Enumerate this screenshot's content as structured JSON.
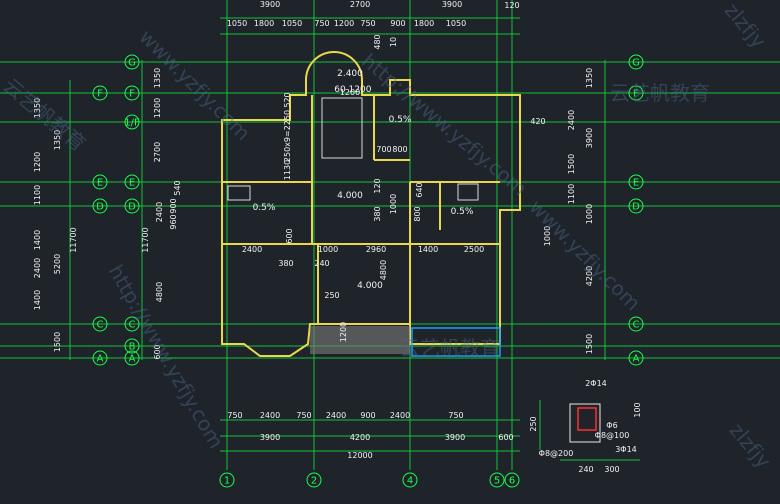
{
  "top_dims_row1": [
    "3900",
    "2700",
    "3900"
  ],
  "top_dims_row2": [
    "1050",
    "1800",
    "1050",
    "750",
    "1200",
    "750",
    "900",
    "1800",
    "1050"
  ],
  "top_small": [
    "480",
    "10",
    "1200",
    "120"
  ],
  "bottom_dims_row1": [
    "750",
    "2400",
    "750",
    "2400",
    "900",
    "2400",
    "750"
  ],
  "bottom_dims_row2": [
    "3900",
    "4200",
    "3900",
    "600"
  ],
  "bottom_total": "12000",
  "axis_left_outer": [
    "F",
    "E",
    "D",
    "C",
    "A"
  ],
  "axis_left_inner": [
    "G",
    "F",
    "1/F",
    "E",
    "D",
    "C",
    "B",
    "A"
  ],
  "axis_right": [
    "G",
    "F",
    "E",
    "D",
    "C",
    "A"
  ],
  "axis_bottom": [
    "1",
    "2",
    "4",
    "5",
    "6"
  ],
  "left_dims_outer": [
    "1350",
    "1200",
    "1350",
    "1100",
    "1400",
    "2400",
    "1400",
    "5200",
    "11700",
    "1500"
  ],
  "left_dims_inner": [
    "1350",
    "1200",
    "2700",
    "540",
    "900",
    "2400",
    "960",
    "4800",
    "11700",
    "600"
  ],
  "right_dims": [
    "1350",
    "2400",
    "3900",
    "1500",
    "1100",
    "1000",
    "4200",
    "1500"
  ],
  "interior_dims": [
    "2400",
    "1000",
    "2960",
    "1400",
    "2500",
    "380",
    "240",
    "4800",
    "250",
    "1200",
    "600",
    "520",
    "1130",
    "250x9=2250",
    "700",
    "800",
    "120",
    "1000",
    "380",
    "800",
    "640",
    "420",
    "1000"
  ],
  "levels": [
    "2.400",
    "0.5%",
    "4.000",
    "0.5%",
    "0.5%",
    "4.000",
    "60",
    "1200"
  ],
  "detail": [
    "2Φ14",
    "Φ6",
    "Φ8@100",
    "Φ8@200",
    "3Φ14",
    "240",
    "300",
    "250",
    "100"
  ],
  "watermark": [
    "www.yzfjy.com",
    "http://www.yzfjy.com",
    "云艺帆教育",
    "zlzfjy"
  ]
}
